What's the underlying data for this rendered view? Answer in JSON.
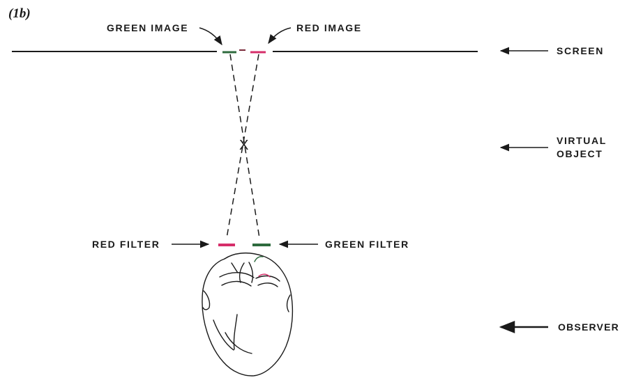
{
  "figure_label": "(1b)",
  "labels": {
    "green_image": "GREEN IMAGE",
    "red_image": "RED IMAGE",
    "screen": "SCREEN",
    "virtual_object_line1": "VIRTUAL",
    "virtual_object_line2": "OBJECT",
    "virtual_point": "X",
    "red_filter": "RED FILTER",
    "green_filter": "GREEN FILTER",
    "observer": "OBSERVER"
  },
  "colors": {
    "ink": "#1a1a1a",
    "red": "#d62e6a",
    "green": "#2e6b3e"
  }
}
